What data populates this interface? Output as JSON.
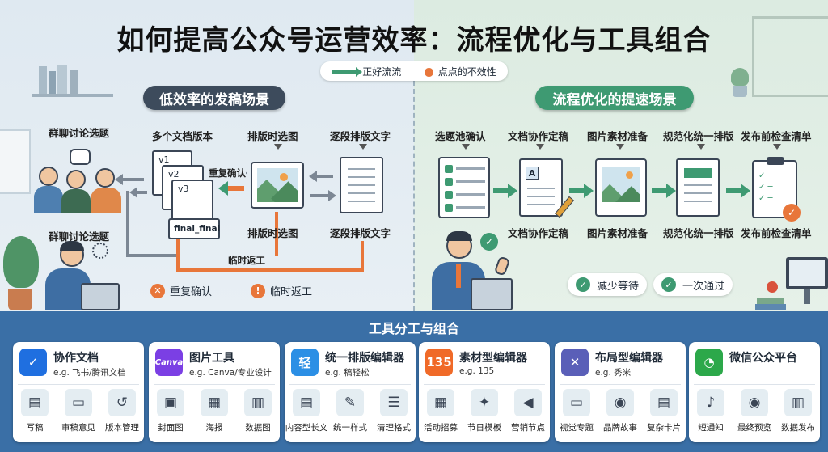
{
  "title": "如何提高公众号运营效率：流程优化与工具组合",
  "legend": {
    "flow": "正好流流",
    "pain": "点点的不效性"
  },
  "left": {
    "header": "低效率的发稿场景",
    "labels": {
      "group_top": "群聊讨论选题",
      "multi_doc": "多个文档版本",
      "layout_top": "排版时选图",
      "text_top": "逐段排版文字",
      "group_bottom": "群聊讨论选题",
      "layout_bottom": "排版时选图",
      "text_bottom": "逐段排版文字",
      "repeat_confirm": "重复确认",
      "temp_rework": "临时返工"
    },
    "versions": [
      "v1",
      "v2",
      "v3",
      "final_final"
    ],
    "badges": {
      "repeat": "重复确认",
      "rework": "临时返工"
    }
  },
  "right": {
    "header": "流程优化的提速场景",
    "steps_top": [
      "选题池确认",
      "文档协作定稿",
      "图片素材准备",
      "规范化统一排版",
      "发布前检查清单"
    ],
    "steps_bottom": [
      "文档协作定稿",
      "图片素材准备",
      "规范化统一排版",
      "发布前检查清单"
    ],
    "results": [
      "减少等待",
      "一次通过"
    ]
  },
  "tools": {
    "title": "工具分工与组合",
    "cards": [
      {
        "name": "协作文档",
        "example": "e.g. 飞书/腾讯文档",
        "logo": "✓",
        "color": "#1f6fe0",
        "items": [
          {
            "icon": "▤",
            "label": "写稿"
          },
          {
            "icon": "▭",
            "label": "审稿意见"
          },
          {
            "icon": "↺",
            "label": "版本管理"
          }
        ]
      },
      {
        "name": "图片工具",
        "example": "e.g. Canva/专业设计",
        "logo": "Canva",
        "color": "#7b3fe4",
        "items": [
          {
            "icon": "▣",
            "label": "封面图"
          },
          {
            "icon": "▦",
            "label": "海报"
          },
          {
            "icon": "▥",
            "label": "数据图"
          }
        ]
      },
      {
        "name": "统一排版编辑器",
        "example": "e.g. 稿轻松",
        "logo": "轻",
        "color": "#2b8fe5",
        "items": [
          {
            "icon": "▤",
            "label": "内容型长文"
          },
          {
            "icon": "✎",
            "label": "统一样式"
          },
          {
            "icon": "☰",
            "label": "清理格式"
          }
        ]
      },
      {
        "name": "素材型编辑器",
        "example": "e.g. 135",
        "logo": "135",
        "color": "#f06a28",
        "items": [
          {
            "icon": "▦",
            "label": "活动招募"
          },
          {
            "icon": "✦",
            "label": "节日模板"
          },
          {
            "icon": "◀",
            "label": "营销节点"
          }
        ]
      },
      {
        "name": "布局型编辑器",
        "example": "e.g. 秀米",
        "logo": "✕",
        "color": "#5a5fb8",
        "items": [
          {
            "icon": "▭",
            "label": "视觉专题"
          },
          {
            "icon": "◉",
            "label": "品牌故事"
          },
          {
            "icon": "▤",
            "label": "复杂卡片"
          }
        ]
      },
      {
        "name": "微信公众平台",
        "example": "",
        "logo": "◔",
        "color": "#2ca84a",
        "items": [
          {
            "icon": "♪",
            "label": "短通知"
          },
          {
            "icon": "◉",
            "label": "最终预览"
          },
          {
            "icon": "▥",
            "label": "数据发布"
          }
        ]
      }
    ]
  }
}
